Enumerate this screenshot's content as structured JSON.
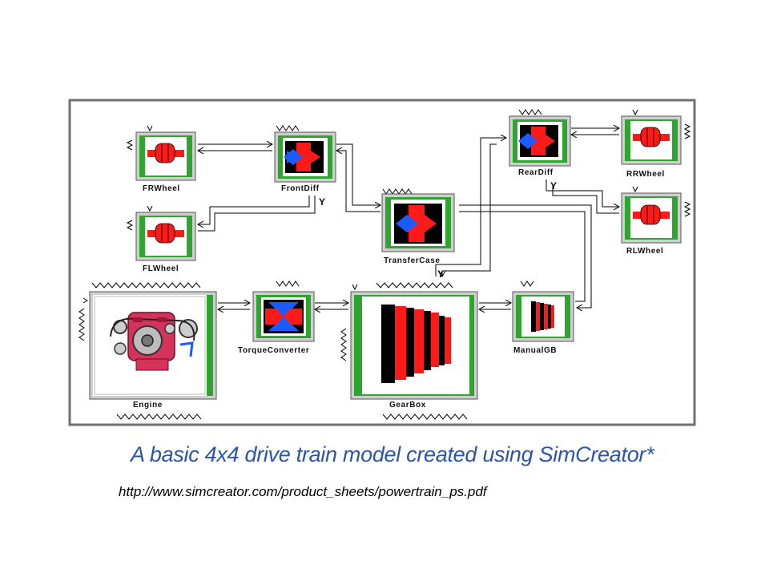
{
  "diagram": {
    "blocks": {
      "fr_wheel": "FRWheel",
      "fl_wheel": "FLWheel",
      "front_diff": "FrontDiff",
      "transfer_case": "TransferCase",
      "rear_diff": "RearDiff",
      "rr_wheel": "RRWheel",
      "rl_wheel": "RLWheel",
      "engine": "Engine",
      "torque_converter": "TorqueConverter",
      "gearbox": "GearBox",
      "manual_gb": "ManualGB"
    },
    "port_y": "Y",
    "colors": {
      "block_border": "#2ea52e",
      "frame": "#a8a8a8",
      "accent_red": "#ff1a1a",
      "accent_blue": "#1a5cff",
      "engine_red": "#d6335a"
    }
  },
  "caption": "A basic 4x4 drive train model created using SimCreator*",
  "source_url": "http://www.simcreator.com/product_sheets/powertrain_ps.pdf"
}
